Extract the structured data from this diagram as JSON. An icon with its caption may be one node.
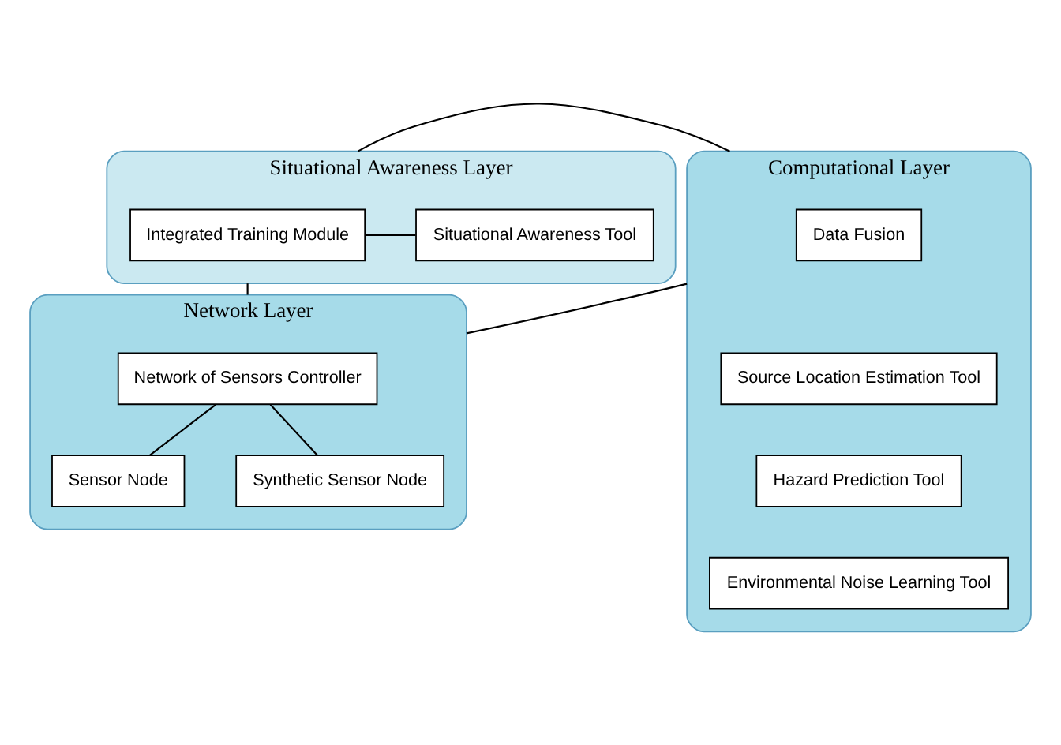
{
  "diagram": {
    "nodes": [
      {
        "text": [
          "Situational Awareness Layer"
        ]
      },
      {
        "text": [
          "Integrated Training Module"
        ],
        "in": 0
      },
      {
        "text": [
          "Situational Awareness Tool"
        ],
        "in": 0
      },
      {
        "text": [
          "Computational Layer"
        ]
      },
      {
        "text": [
          "Data Fusion"
        ],
        "in": 3
      },
      {
        "text": [
          "Source Location Estimation Tool"
        ],
        "in": 3
      },
      {
        "text": [
          "Hazard Prediction Tool"
        ],
        "in": 3
      },
      {
        "text": [
          "Environmental Noise Learning Tool"
        ],
        "in": 3
      },
      {
        "text": [
          "Network Layer"
        ]
      },
      {
        "text": [
          "Network of Sensors Controller"
        ],
        "in": 8
      },
      {
        "text": [
          "Sensor Node"
        ],
        "in": 8
      },
      {
        "text": [
          "Synthetic Sensor Node"
        ],
        "in": 8
      }
    ],
    "edges": [
      {
        "from": 1,
        "to": 2,
        "arrow": "none"
      },
      {
        "from": 0,
        "to": 3,
        "arrow": "none"
      },
      {
        "from": 0,
        "to": 8,
        "arrow": "none"
      },
      {
        "from": 8,
        "to": 3,
        "arrow": "none"
      },
      {
        "from": 9,
        "to": 10,
        "arrow": "none"
      },
      {
        "from": 9,
        "to": 11,
        "arrow": "none"
      }
    ]
  }
}
